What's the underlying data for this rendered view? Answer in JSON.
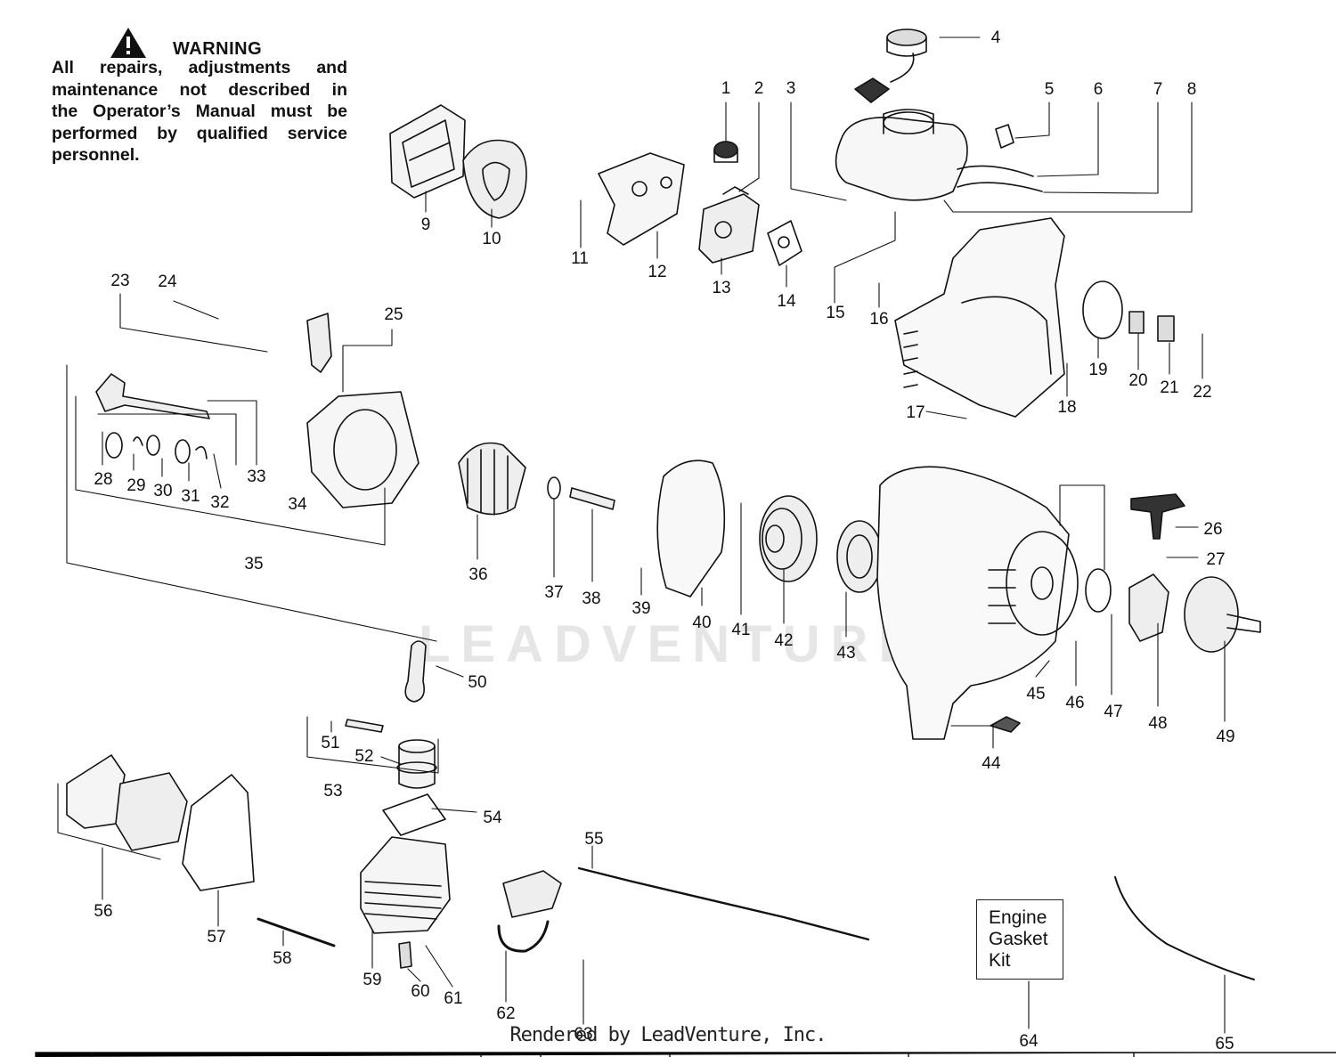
{
  "warning": {
    "icon": "warning-triangle-icon",
    "title": "WARNING",
    "lines": [
      "All repairs, adjustments and",
      "maintenance not described in",
      "the Operator’s Manual must be",
      "performed by qualified service",
      "personnel."
    ]
  },
  "kit_box": {
    "lines": [
      "Engine",
      "Gasket",
      "Kit"
    ]
  },
  "footer": "Rendered by LeadVenture, Inc.",
  "watermark": "LEADVENTURE",
  "callouts": [
    "1",
    "2",
    "3",
    "4",
    "5",
    "6",
    "7",
    "8",
    "9",
    "10",
    "11",
    "12",
    "13",
    "14",
    "15",
    "16",
    "17",
    "18",
    "19",
    "20",
    "21",
    "22",
    "23",
    "24",
    "25",
    "26",
    "27",
    "28",
    "29",
    "30",
    "31",
    "32",
    "33",
    "34",
    "35",
    "36",
    "37",
    "38",
    "39",
    "40",
    "41",
    "42",
    "43",
    "44",
    "45",
    "46",
    "47",
    "48",
    "49",
    "50",
    "51",
    "52",
    "53",
    "54",
    "55",
    "56",
    "57",
    "58",
    "59",
    "60",
    "61",
    "62",
    "63",
    "64",
    "65"
  ]
}
